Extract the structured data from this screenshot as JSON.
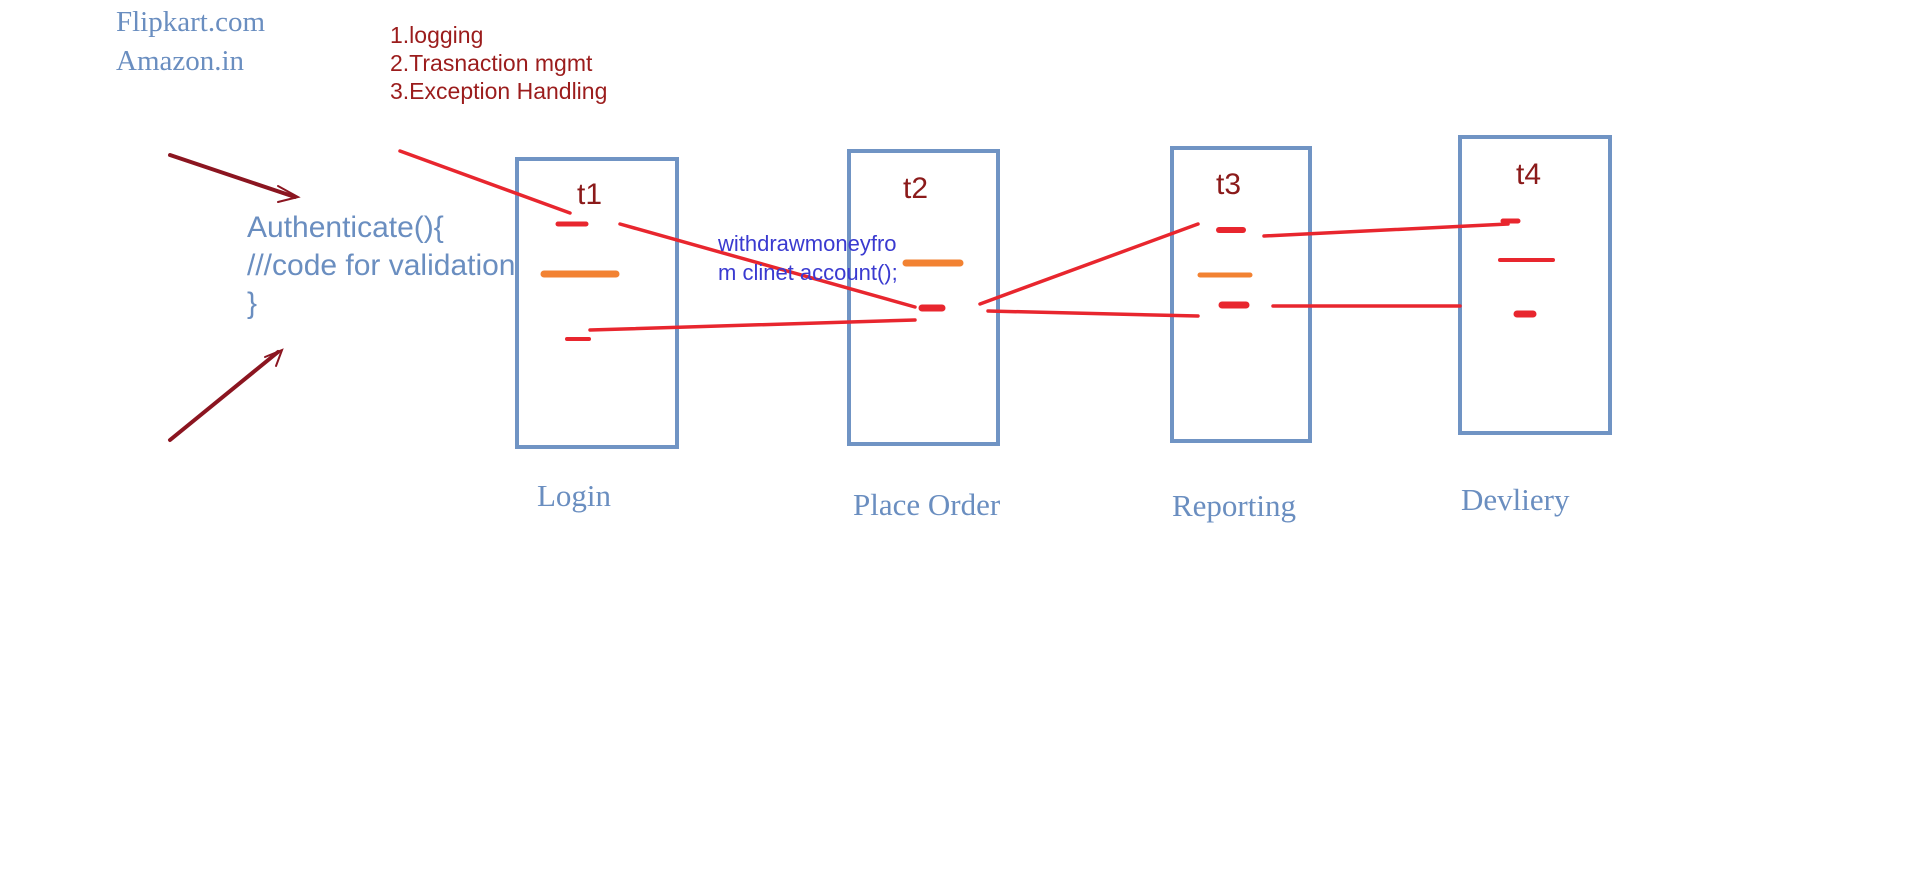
{
  "sites": [
    "Flipkart.com",
    "Amazon.in"
  ],
  "concerns": [
    "1.logging",
    "2.Trasnaction mgmt",
    "3.Exception Handling"
  ],
  "code_snippet": [
    "Authenticate(){",
    "///code for validation",
    "}"
  ],
  "note": [
    "withdrawmoneyfro",
    "m clinet account();"
  ],
  "threads": [
    {
      "id": "t1",
      "stage": "Login"
    },
    {
      "id": "t2",
      "stage": "Place Order"
    },
    {
      "id": "t3",
      "stage": "Reporting"
    },
    {
      "id": "t4",
      "stage": "Devliery"
    }
  ],
  "colors": {
    "box_border": "#7094c4",
    "annotation_red": "#e8262e",
    "annotation_orange": "#f28232",
    "arrow_dark_red": "#8b1520",
    "text_blue": "#6a8ec0",
    "text_dark_red": "#9b1c1c",
    "note_blue": "#3a3ad0"
  }
}
